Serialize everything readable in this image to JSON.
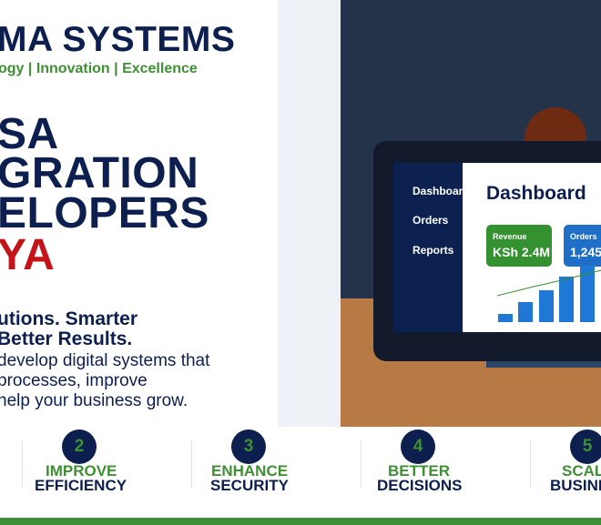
{
  "brand": {
    "name": "MA SYSTEMS",
    "tagline": "ogy | Innovation | Excellence"
  },
  "hero": {
    "line1": "SA",
    "line2": "GRATION",
    "line3": "ELOPERS",
    "line4": "YA",
    "sub1": "utions. Smarter",
    "sub2": "Better Results.",
    "body1": "develop digital systems that",
    "body2": "processes, improve",
    "body3": "help your business grow."
  },
  "dashboard": {
    "nav": [
      "Dashboar",
      "Orders",
      "Reports"
    ],
    "title": "Dashboard",
    "revenue_label": "Revenue",
    "revenue_value": "KSh 2.4M",
    "orders_label": "Orders",
    "orders_value": "1,245"
  },
  "features": [
    {
      "num": "2",
      "line1": "IMPROVE",
      "line2": "EFFICIENCY"
    },
    {
      "num": "3",
      "line1": "ENHANCE",
      "line2": "SECURITY"
    },
    {
      "num": "4",
      "line1": "BETTER",
      "line2": "DECISIONS"
    },
    {
      "num": "5",
      "line1": "SCAL",
      "line2": "BUSINE"
    }
  ],
  "colors": {
    "navy": "#0c1f4f",
    "green": "#3f8f34",
    "red": "#c41419",
    "blue": "#1f77d6"
  }
}
